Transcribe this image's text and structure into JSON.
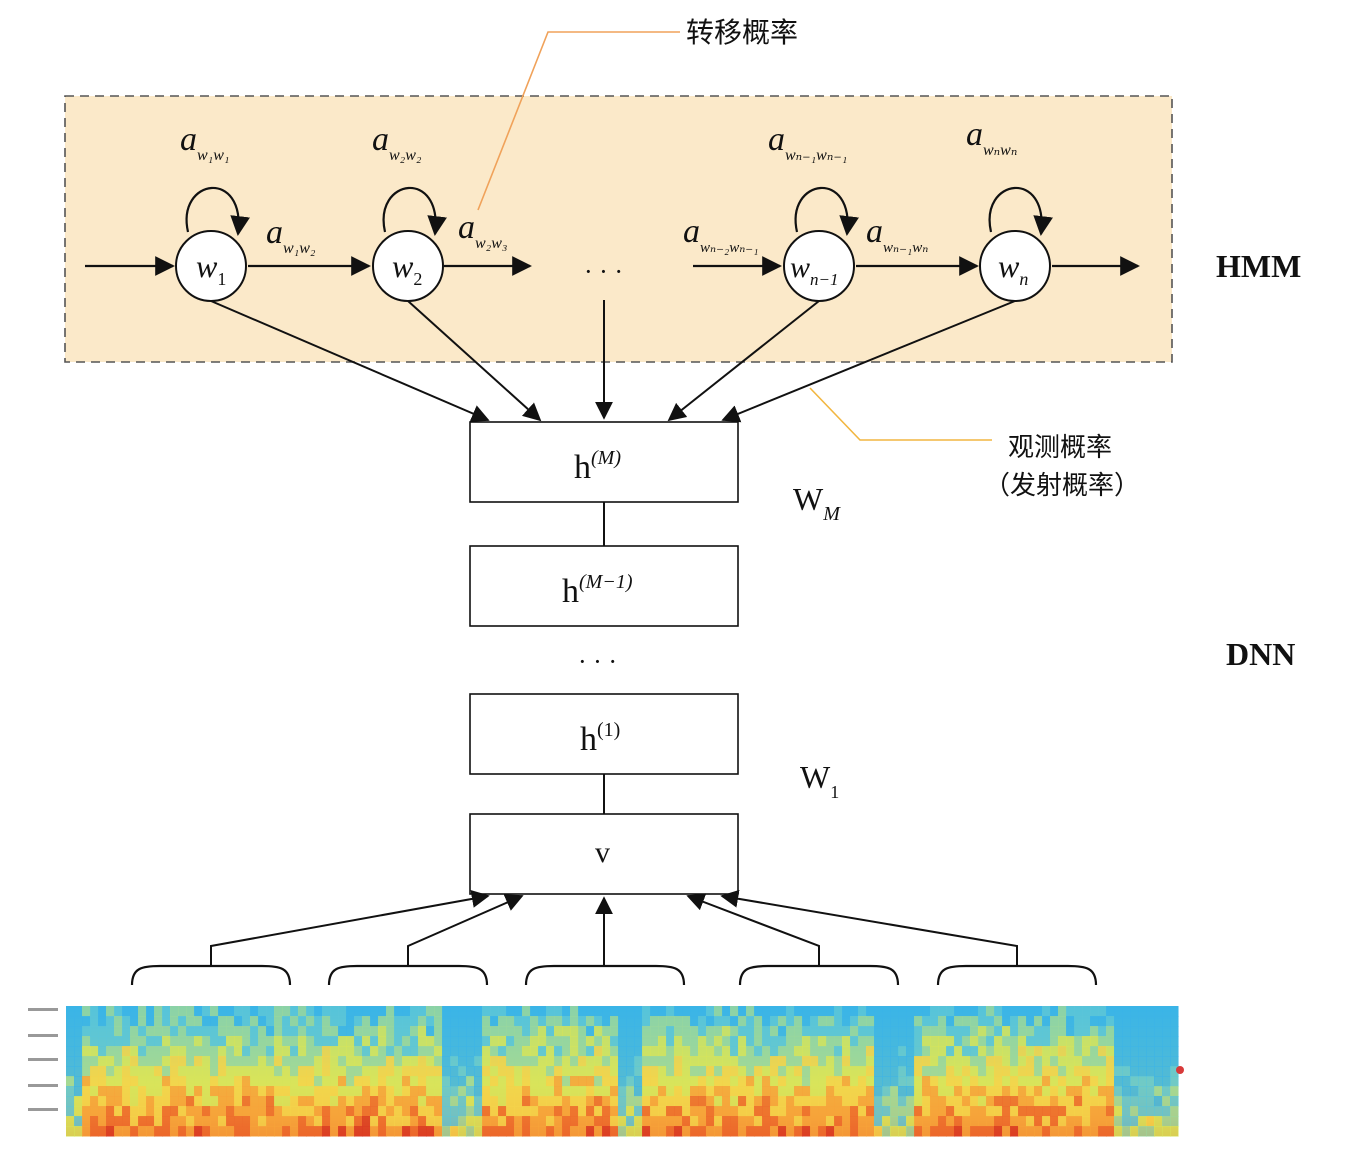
{
  "colors": {
    "hmm_fill": "#fbe9c9",
    "hmm_border": "#555555",
    "transition_leader": "#f0a25a",
    "emission_leader": "#f2b640",
    "line": "#111111"
  },
  "labels": {
    "transition_prob": "转移概率",
    "emission_prob_line1": "观测概率",
    "emission_prob_line2": "（发射概率）",
    "hmm": "HMM",
    "dnn": "DNN",
    "ellipsis": "· · ·"
  },
  "hmm_states": [
    {
      "base": "w",
      "sub": "1"
    },
    {
      "base": "w",
      "sub": "2"
    },
    {
      "base": "w",
      "sub": "n−1"
    },
    {
      "base": "w",
      "sub": "n"
    }
  ],
  "self_loops": [
    {
      "base": "a",
      "sub": "w₁w₁"
    },
    {
      "base": "a",
      "sub": "w₂w₂"
    },
    {
      "base": "a",
      "sub": "wₙ₋₁wₙ₋₁"
    },
    {
      "base": "a",
      "sub": "wₙwₙ"
    }
  ],
  "transitions": [
    {
      "base": "a",
      "sub": "w₁w₂"
    },
    {
      "base": "a",
      "sub": "w₂w₃"
    },
    {
      "base": "a",
      "sub": "wₙ₋₂wₙ₋₁"
    },
    {
      "base": "a",
      "sub": "wₙ₋₁wₙ"
    }
  ],
  "dnn_layers": [
    {
      "base": "h",
      "sup": "(M)"
    },
    {
      "base": "h",
      "sup": "(M−1)"
    },
    {
      "base": "h",
      "sup": "(1)"
    },
    {
      "base": "v",
      "sup": ""
    }
  ],
  "weights": [
    {
      "base": "W",
      "sub": "M"
    },
    {
      "base": "W",
      "sub": "1"
    }
  ],
  "spectrogram": {
    "description_icon": "spectrogram-image",
    "segments": 5
  }
}
